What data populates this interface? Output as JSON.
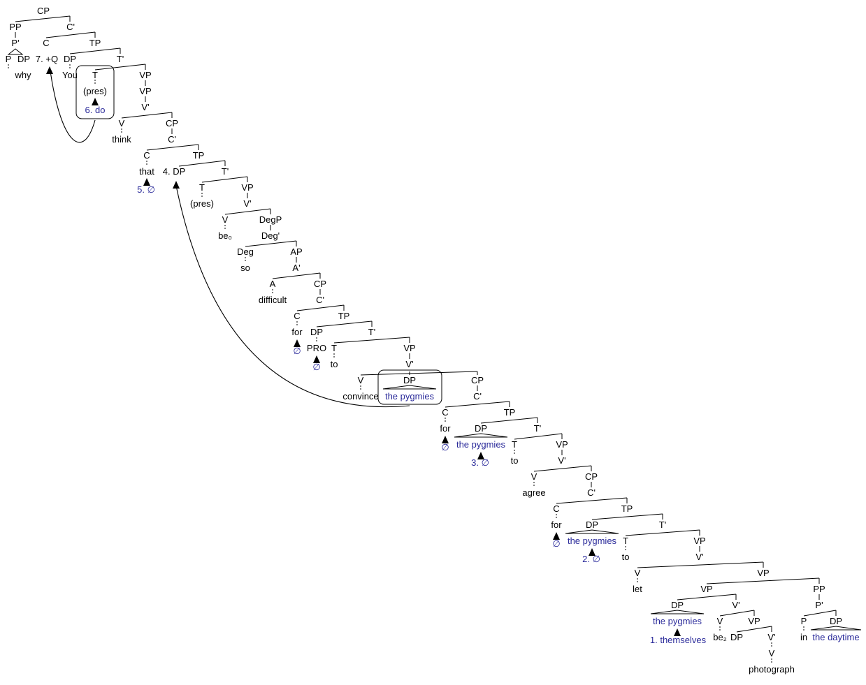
{
  "tree": {
    "cp_root": "CP",
    "pp1": "PP",
    "pbar1": "P'",
    "p1": "P",
    "dp_why": "DP",
    "why": "why",
    "cbar1": "C'",
    "c1": "C",
    "c1_val": "7. +Q",
    "tp1": "TP",
    "dp_you": "DP",
    "you": "You",
    "tbar1": "T'",
    "t1": "T",
    "t1_val": "(pres)",
    "t1_moved": "6. do",
    "vp1a": "VP",
    "vp1b": "VP",
    "vbar1": "V'",
    "v_think": "V",
    "think": "think",
    "cp2": "CP",
    "cbar2": "C'",
    "c2": "C",
    "that": "that",
    "c2_moved": "5. ∅",
    "tp2": "TP",
    "dp2": "4. DP",
    "tbar2": "T'",
    "t2": "T",
    "t2_val": "(pres)",
    "vp2": "VP",
    "vbar2": "V'",
    "v_be": "V",
    "be0": "be₀",
    "degp": "DegP",
    "degbar": "Deg'",
    "deg": "Deg",
    "so": "so",
    "ap": "AP",
    "abar": "A'",
    "a": "A",
    "difficult": "difficult",
    "cp3": "CP",
    "cbar3": "C'",
    "c3": "C",
    "for3": "for",
    "c3_moved": "∅",
    "tp3": "TP",
    "dp_pro": "DP",
    "pro": "PRO",
    "pro_moved": "∅",
    "tbar3": "T'",
    "t3": "T",
    "to3": "to",
    "vp3": "VP",
    "vbar3": "V'",
    "v_convince": "V",
    "convince": "convince",
    "dp_obj": "DP",
    "obj_text": "the pygmies",
    "cp4": "CP",
    "cbar4": "C'",
    "c4": "C",
    "for4": "for",
    "c4_moved": "∅",
    "tp4": "TP",
    "dp4": "DP",
    "dp4_text": "the pygmies",
    "dp4_moved": "3. ∅",
    "tbar4": "T'",
    "t4": "T",
    "to4": "to",
    "vp4": "VP",
    "vbar4": "V'",
    "v_agree": "V",
    "agree": "agree",
    "cp5": "CP",
    "cbar5": "C'",
    "c5": "C",
    "for5": "for",
    "c5_moved": "∅",
    "tp5": "TP",
    "dp5": "DP",
    "dp5_text": "the pygmies",
    "dp5_moved": "2. ∅",
    "tbar5": "T'",
    "t5": "T",
    "to5": "to",
    "vp5": "VP",
    "vbar5": "V'",
    "v_let": "V",
    "let": "let",
    "vp6": "VP",
    "vp7": "VP",
    "dp7": "DP",
    "dp7_text": "the pygmies",
    "dp7_moved": "1. themselves",
    "vbar7": "V'",
    "v_be2": "V",
    "be2": "be₂",
    "vp8": "VP",
    "dp8": "DP",
    "vbar8": "V'",
    "v_photo": "V",
    "photograph": "photograph",
    "pp9": "PP",
    "pbar9": "P'",
    "p9": "P",
    "in": "in",
    "dp9": "DP",
    "daytime": "the daytime"
  },
  "colors": {
    "label": "#000000",
    "moved_text": "#2a2a9a",
    "background": "#ffffff"
  }
}
